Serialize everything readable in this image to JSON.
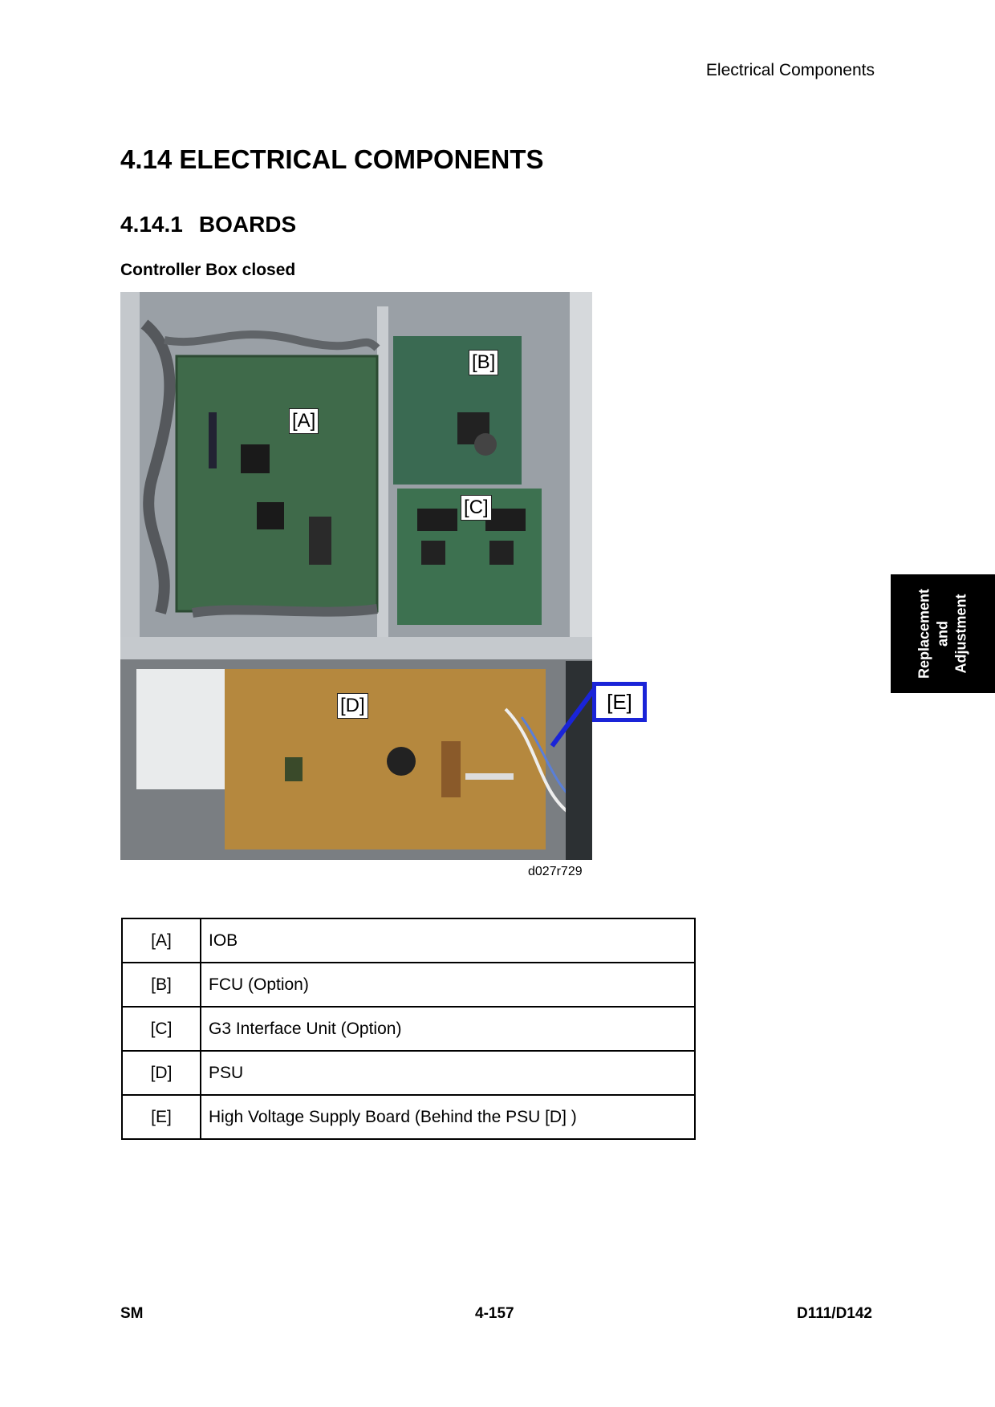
{
  "header": {
    "title": "Electrical Components"
  },
  "section": {
    "title": "4.14 ELECTRICAL COMPONENTS"
  },
  "subsection": {
    "number": "4.14.1",
    "title": "BOARDS"
  },
  "figure": {
    "caption": "Controller Box closed",
    "image_id": "d027r729",
    "callouts": {
      "a": "[A]",
      "b": "[B]",
      "c": "[C]",
      "d": "[D]",
      "e": "[E]"
    }
  },
  "side_tab": {
    "line1": "Replacement",
    "line2": "and",
    "line3": "Adjustment"
  },
  "parts_table": {
    "rows": [
      {
        "key": "[A]",
        "desc": "IOB"
      },
      {
        "key": "[B]",
        "desc": "FCU (Option)"
      },
      {
        "key": "[C]",
        "desc": "G3 Interface Unit (Option)"
      },
      {
        "key": "[D]",
        "desc": "PSU"
      },
      {
        "key": "[E]",
        "desc": "High Voltage Supply Board (Behind the PSU [D] )"
      }
    ]
  },
  "footer": {
    "left": "SM",
    "center": "4-157",
    "right": "D111/D142"
  },
  "colors": {
    "callout_e_border": "#1a24d8",
    "side_tab_bg": "#000000"
  }
}
